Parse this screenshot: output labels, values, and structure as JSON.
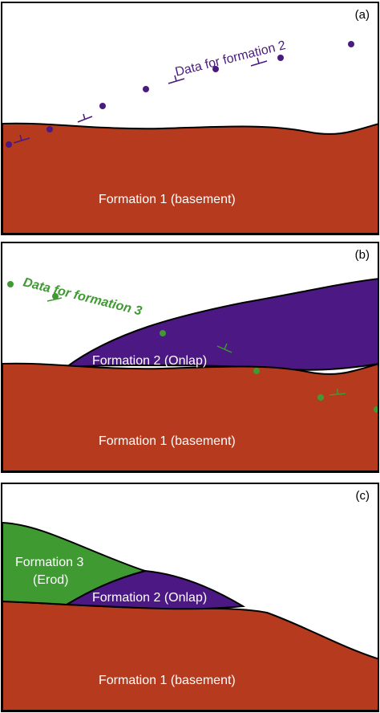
{
  "colors": {
    "basement": "#b63a1e",
    "formation2": "#4c1883",
    "formation3": "#3f9a32",
    "data2": "#4a1a80",
    "data3": "#3f9a32"
  },
  "panels": [
    {
      "label": "(a)",
      "basement_label": "Formation 1 (basement)",
      "data_label": "Data for formation 2"
    },
    {
      "label": "(b)",
      "basement_label": "Formation 1 (basement)",
      "onlap_label": "Formation 2 (Onlap)",
      "data_label": "Data for formation 3"
    },
    {
      "label": "(c)",
      "basement_label": "Formation 1 (basement)",
      "onlap_label": "Formation 2 (Onlap)",
      "erode_label_line1": "Formation 3",
      "erode_label_line2": "(Erod)"
    }
  ]
}
